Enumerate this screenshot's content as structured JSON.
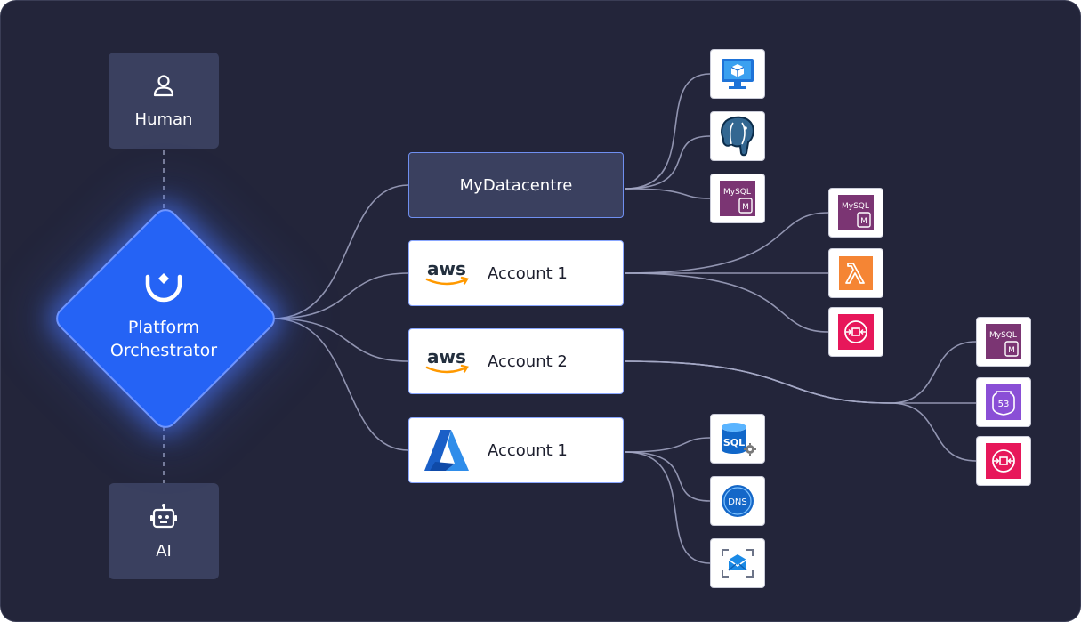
{
  "actors": {
    "human": "Human",
    "ai": "AI"
  },
  "orchestrator": {
    "line1": "Platform",
    "line2": "Orchestrator"
  },
  "accounts": {
    "mydatacentre": "MyDatacentre",
    "aws1": {
      "logo_text": "aws",
      "label": "Account 1"
    },
    "aws2": {
      "logo_text": "aws",
      "label": "Account 2"
    },
    "azure1": {
      "label": "Account 1"
    }
  },
  "resources": {
    "mysql_text": "MySQL",
    "mysql_badge": "M",
    "sql_text": "SQL",
    "dns_text": "DNS",
    "route53_text": "53"
  },
  "colors": {
    "background": "#23253a",
    "orchestrator": "#2563f5",
    "aws_orange": "#ff9900",
    "mysql_purple": "#7b3573",
    "lambda_orange": "#f58534",
    "sqs_pink": "#e7175a",
    "route53_purple": "#8a4fd6",
    "azure_blue": "#0078d4"
  },
  "icons": [
    "person-icon",
    "robot-icon",
    "humanitec-logo-icon",
    "aws-logo-icon",
    "azure-logo-icon",
    "virtual-machine-icon",
    "postgresql-icon",
    "mysql-icon",
    "lambda-icon",
    "sqs-icon",
    "route53-icon",
    "azure-sql-icon",
    "azure-dns-icon",
    "azure-communication-icon"
  ]
}
